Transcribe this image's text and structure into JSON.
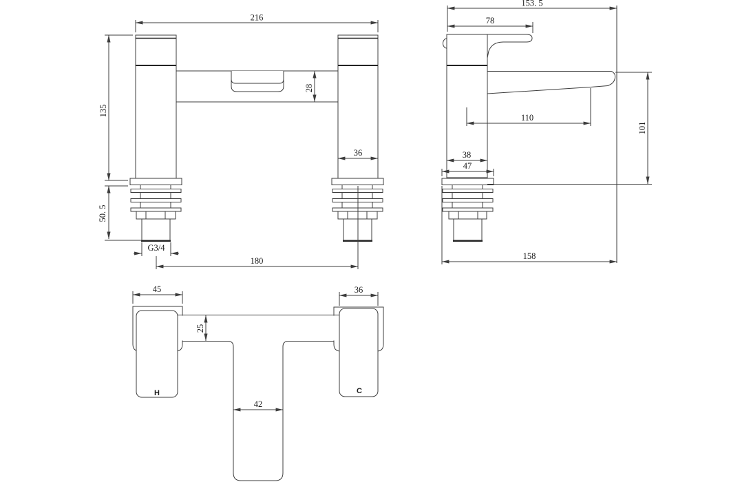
{
  "drawing": {
    "front": {
      "dims": {
        "overall_width": "216",
        "height_above_deck": "135",
        "spout_body_depth": "28",
        "pillar_width": "36",
        "tail_length": "50. 5",
        "thread": "G3/4",
        "hole_centres": "180"
      }
    },
    "side": {
      "dims": {
        "overall_depth": "153. 5",
        "handle_length": "78",
        "spout_reach": "110",
        "spout_height": "101",
        "body_depth": "38",
        "flange_depth": "47",
        "overall_reach": "158"
      }
    },
    "plan": {
      "dims": {
        "base_width": "45",
        "handle_width": "36",
        "bridge_depth": "25",
        "spout_width": "42"
      },
      "labels": {
        "hot": "H",
        "cold": "C"
      }
    },
    "colors": {
      "line": "#3c3c3c",
      "line_dark": "#232323",
      "text": "#1c1c1c",
      "background": "#ffffff"
    }
  }
}
